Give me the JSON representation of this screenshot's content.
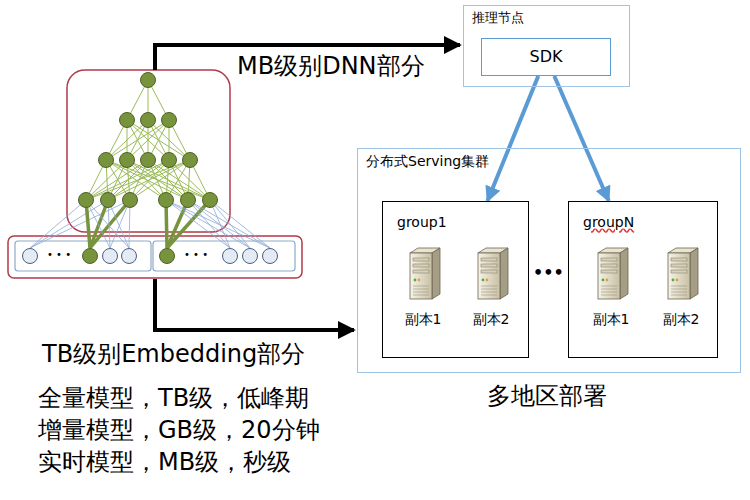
{
  "diagram": {
    "nodes": [
      {
        "text": [
          "推理节点"
        ]
      },
      {
        "text": [
          "SDK"
        ],
        "in": 0
      },
      {
        "text": [
          "分布式Serving集群"
        ]
      },
      {
        "text": [
          "group1"
        ],
        "in": 2
      },
      {
        "text": [
          "副本1"
        ],
        "in": 3
      },
      {
        "text": [
          "副本2"
        ],
        "in": 3
      },
      {
        "text": [
          "groupN"
        ],
        "in": 2
      },
      {
        "text": [
          "副本1"
        ],
        "in": 6
      },
      {
        "text": [
          "副本2"
        ],
        "in": 6
      }
    ],
    "edges": [
      {
        "from": 1,
        "to": 3,
        "arrow": "to"
      },
      {
        "from": 1,
        "to": 6,
        "arrow": "to"
      }
    ],
    "labels": [
      "MB级别DNN部分",
      "TB级别Embedding部分",
      "全量模型，TB级，低峰期",
      "增量模型，GB级，20分钟",
      "实时模型，MB级，秒级",
      "多地区部署",
      "• • •",
      "• • •",
      "•••"
    ]
  }
}
